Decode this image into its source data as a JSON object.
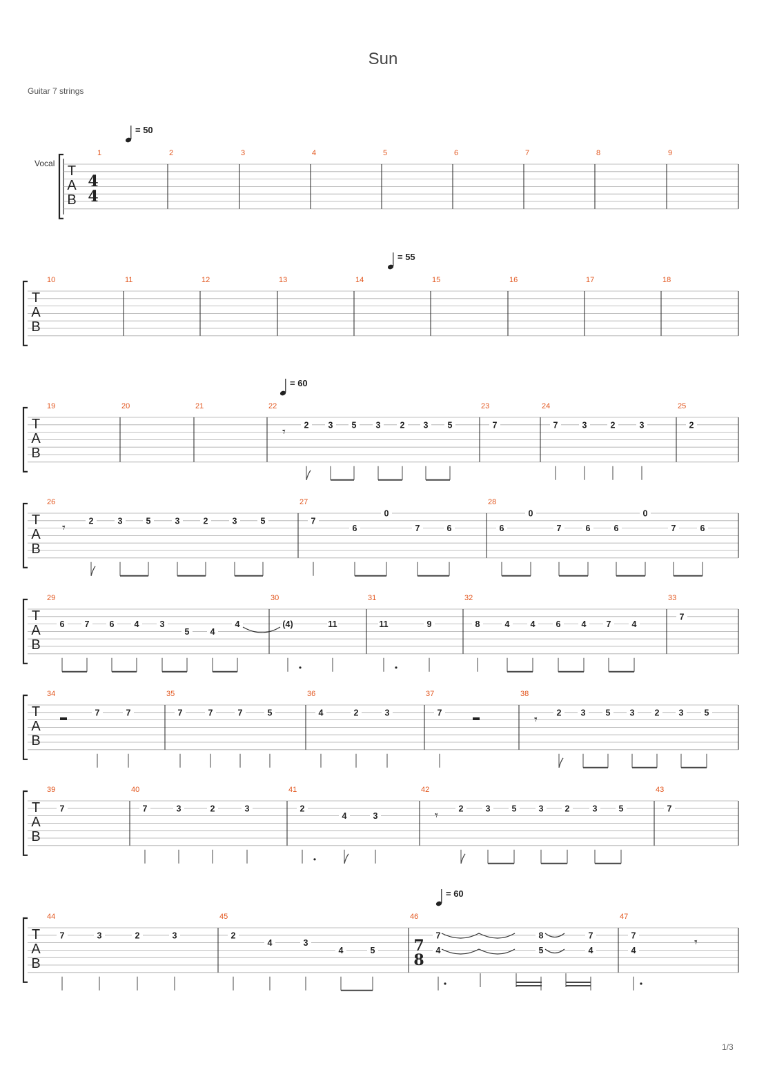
{
  "title": "Sun",
  "subtitle": "Guitar 7 strings",
  "page_number": "1/3",
  "track_name": "Vocal",
  "tab_letters": [
    "T",
    "A",
    "B"
  ],
  "time_signatures": [
    {
      "measure": 1,
      "top": "4",
      "bottom": "4"
    },
    {
      "measure": 46,
      "top": "7",
      "bottom": "8"
    }
  ],
  "tempo_marks": [
    {
      "measure": 1,
      "text": "= 50"
    },
    {
      "measure": 14,
      "text": "= 55"
    },
    {
      "measure": 22,
      "text": "= 60"
    },
    {
      "measure": 46,
      "text": "= 60"
    }
  ],
  "measure_numbers": [
    "1",
    "2",
    "3",
    "4",
    "5",
    "6",
    "7",
    "8",
    "9",
    "10",
    "11",
    "12",
    "13",
    "14",
    "15",
    "16",
    "17",
    "18",
    "19",
    "20",
    "21",
    "22",
    "23",
    "24",
    "25",
    "26",
    "27",
    "28",
    "29",
    "30",
    "31",
    "32",
    "33",
    "34",
    "35",
    "36",
    "37",
    "38",
    "39",
    "40",
    "41",
    "42",
    "43",
    "44",
    "45",
    "46",
    "47"
  ],
  "frets": [
    {
      "measure": 22,
      "notes": [
        "2",
        "3",
        "5",
        "3",
        "2",
        "3",
        "5"
      ]
    },
    {
      "measure": 23,
      "notes": [
        "7"
      ]
    },
    {
      "measure": 24,
      "notes": [
        "7",
        "3",
        "2",
        "3"
      ]
    },
    {
      "measure": 25,
      "notes": [
        "2"
      ]
    },
    {
      "measure": 26,
      "notes": [
        "2",
        "3",
        "5",
        "3",
        "2",
        "3",
        "5"
      ]
    },
    {
      "measure": 27,
      "notes": [
        "7",
        "6",
        "0",
        "7",
        "6"
      ]
    },
    {
      "measure": 28,
      "notes": [
        "6",
        "0",
        "7",
        "6",
        "6",
        "0",
        "7",
        "6"
      ]
    },
    {
      "measure": 29,
      "notes": [
        "6",
        "7",
        "6",
        "4",
        "3",
        "5",
        "4",
        "4"
      ]
    },
    {
      "measure": 30,
      "notes": [
        "(4)",
        "11"
      ]
    },
    {
      "measure": 31,
      "notes": [
        "11",
        "9"
      ]
    },
    {
      "measure": 32,
      "notes": [
        "8",
        "4",
        "4",
        "6",
        "4",
        "7",
        "4"
      ]
    },
    {
      "measure": 33,
      "notes": [
        "7"
      ]
    },
    {
      "measure": 34,
      "notes": [
        "7",
        "7"
      ]
    },
    {
      "measure": 35,
      "notes": [
        "7",
        "7",
        "7",
        "5"
      ]
    },
    {
      "measure": 36,
      "notes": [
        "4",
        "2",
        "3"
      ]
    },
    {
      "measure": 37,
      "notes": [
        "7"
      ]
    },
    {
      "measure": 38,
      "notes": [
        "2",
        "3",
        "5",
        "3",
        "2",
        "3",
        "5"
      ]
    },
    {
      "measure": 39,
      "notes": [
        "7"
      ]
    },
    {
      "measure": 40,
      "notes": [
        "7",
        "3",
        "2",
        "3"
      ]
    },
    {
      "measure": 41,
      "notes": [
        "2",
        "4",
        "3"
      ]
    },
    {
      "measure": 42,
      "notes": [
        "2",
        "3",
        "5",
        "3",
        "2",
        "3",
        "5"
      ]
    },
    {
      "measure": 43,
      "notes": [
        "7"
      ]
    },
    {
      "measure": 44,
      "notes": [
        "7",
        "3",
        "2",
        "3"
      ]
    },
    {
      "measure": 45,
      "notes": [
        "2",
        "4",
        "3",
        "4",
        "5"
      ]
    },
    {
      "measure": 46,
      "notes": [
        "7",
        "4",
        "8",
        "5",
        "7",
        "4"
      ]
    },
    {
      "measure": 47,
      "notes": [
        "7",
        "4"
      ]
    }
  ]
}
